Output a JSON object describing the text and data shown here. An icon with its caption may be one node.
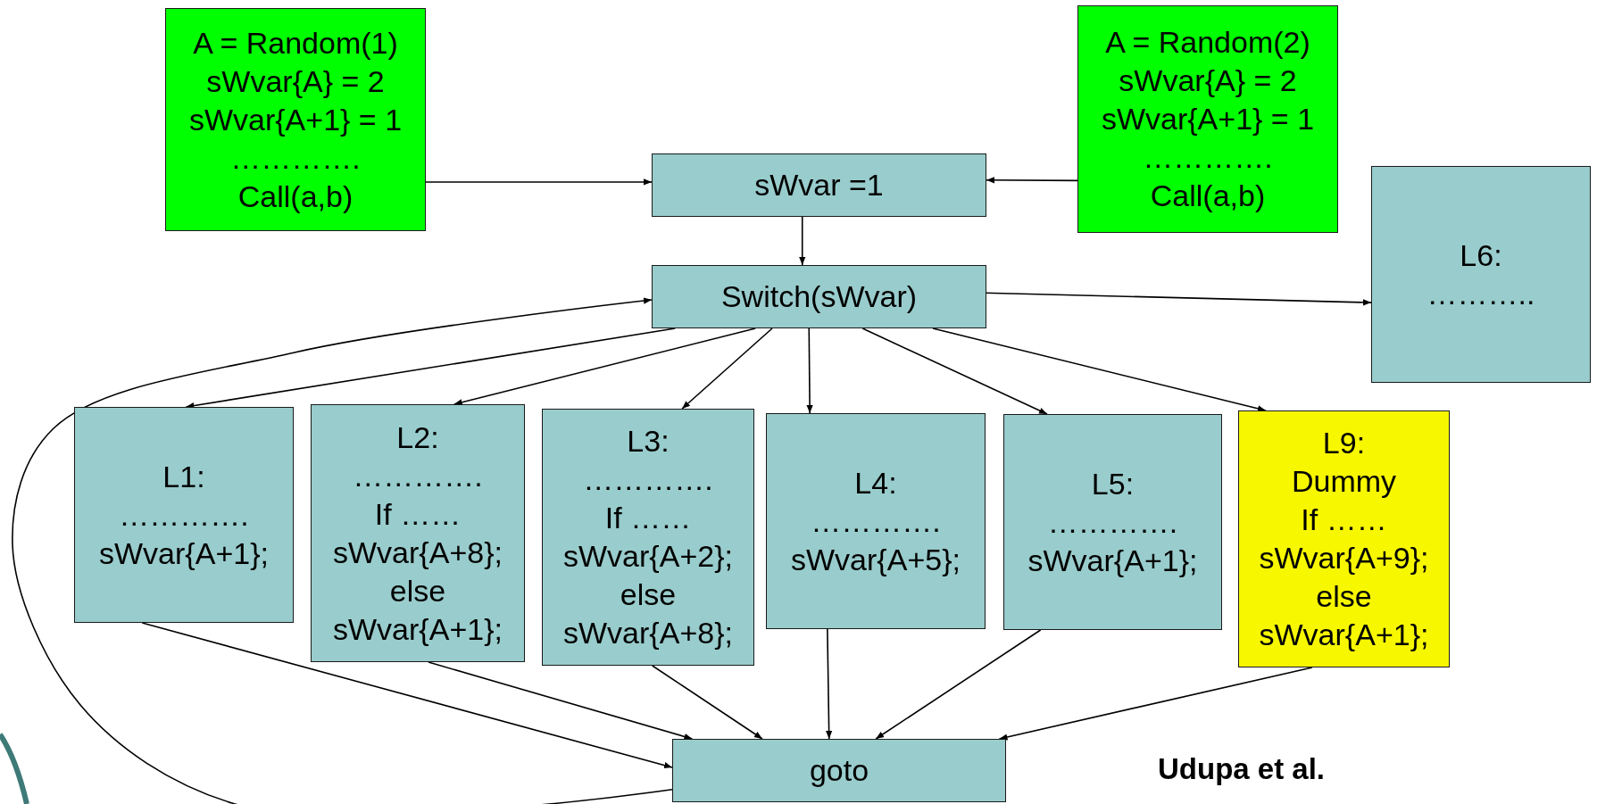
{
  "diagram": {
    "nodes": [
      {
        "text": [
          "A = Random(1)",
          "sWvar{A} = 2",
          "sWvar{A+1} = 1",
          "………….",
          "Call(a,b)"
        ]
      },
      {
        "text": [
          "sWvar =1"
        ]
      },
      {
        "text": [
          "A = Random(2)",
          "sWvar{A} = 2",
          "sWvar{A+1} = 1",
          "………….",
          "Call(a,b)"
        ]
      },
      {
        "text": [
          "Switch(sWvar)"
        ]
      },
      {
        "text": [
          "L6:",
          "……….."
        ]
      },
      {
        "text": [
          "L1:",
          "………….",
          "sWvar{A+1};"
        ]
      },
      {
        "text": [
          "L2:",
          "………….",
          "If ……",
          "sWvar{A+8};",
          "else",
          "sWvar{A+1};"
        ]
      },
      {
        "text": [
          "L3:",
          "………….",
          "If ……",
          "sWvar{A+2};",
          "else",
          "sWvar{A+8};"
        ]
      },
      {
        "text": [
          "L4:",
          "………….",
          "sWvar{A+5};"
        ]
      },
      {
        "text": [
          "L5:",
          "………….",
          "sWvar{A+1};"
        ]
      },
      {
        "text": [
          "L9:",
          "Dummy",
          "If ……",
          "sWvar{A+9};",
          "else",
          "sWvar{A+1};"
        ]
      },
      {
        "text": [
          "goto"
        ]
      }
    ],
    "edges": [
      {
        "from": 0,
        "to": 1,
        "arrow": "to"
      },
      {
        "from": 2,
        "to": 1,
        "arrow": "to"
      },
      {
        "from": 1,
        "to": 3,
        "arrow": "to"
      },
      {
        "from": 3,
        "to": 4,
        "arrow": "to"
      },
      {
        "from": 3,
        "to": 5,
        "arrow": "to"
      },
      {
        "from": 3,
        "to": 6,
        "arrow": "to"
      },
      {
        "from": 3,
        "to": 7,
        "arrow": "to"
      },
      {
        "from": 3,
        "to": 8,
        "arrow": "to"
      },
      {
        "from": 3,
        "to": 9,
        "arrow": "to"
      },
      {
        "from": 3,
        "to": 10,
        "arrow": "to"
      },
      {
        "from": 5,
        "to": 11,
        "arrow": "to"
      },
      {
        "from": 6,
        "to": 11,
        "arrow": "to"
      },
      {
        "from": 7,
        "to": 11,
        "arrow": "to"
      },
      {
        "from": 8,
        "to": 11,
        "arrow": "to"
      },
      {
        "from": 9,
        "to": 11,
        "arrow": "to"
      },
      {
        "from": 10,
        "to": 11,
        "arrow": "to"
      },
      {
        "from": 11,
        "to": 3,
        "arrow": "to"
      }
    ],
    "labels": [
      "Udupa et al."
    ]
  }
}
